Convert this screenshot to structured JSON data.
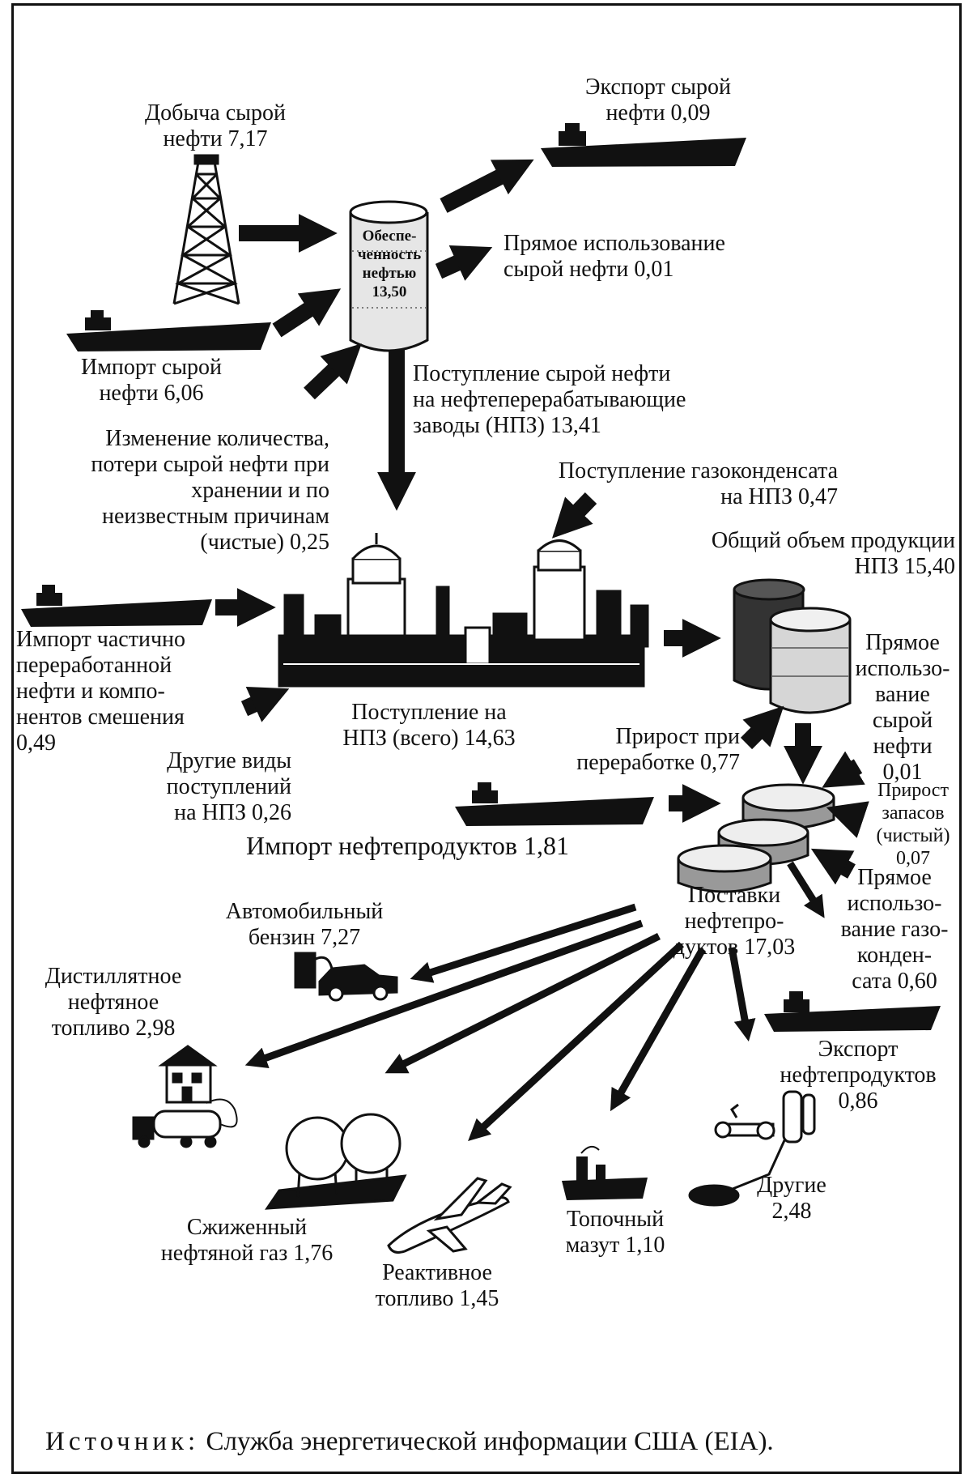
{
  "nodes": {
    "crude_production": "Добыча сырой\nнефти 7,17",
    "crude_export": "Экспорт сырой\nнефти 0,09",
    "crude_supply": "Обеспе-\nченность\nнефтью\n13,50",
    "crude_direct_use": "Прямое использование\nсырой нефти 0,01",
    "crude_import": "Импорт сырой\nнефти 6,06",
    "refinery_input_crude": "Поступление сырой нефти\nна нефтеперерабатывающие\nзаводы (НПЗ) 13,41",
    "stock_change": "Изменение количества,\nпотери сырой нефти при\nхранении и по\nнеизвестным причинам\n(чистые) 0,25",
    "ngl_input": "Поступление газоконденсата\nна НПЗ 0,47",
    "refinery_output": "Общий объем продукции\nНПЗ 15,40",
    "unfinished_import": "Импорт частично\nпереработанной\nнефти и компо-\nнентов смешения\n0,49",
    "refinery_input_total": "Поступление на\nНПЗ (всего) 14,63",
    "crude_direct_use_2": "Прямое\nиспользо-\nвание\nсырой\nнефти\n0,01",
    "processing_gain": "Прирост при\nпереработке 0,77",
    "other_inputs": "Другие виды\nпоступлений\nна НПЗ 0,26",
    "stock_increase": "Прирост\nзапасов\n(чистый)\n0,07",
    "product_import": "Импорт нефтепродуктов 1,81",
    "ngl_direct_use": "Прямое\nиспользо-\nвание газо-\nконден-\nсата 0,60",
    "product_supply": "Поставки\nнефтепро-\nдуктов 17,03"
  },
  "products": {
    "gasoline": "Автомобильный\nбензин 7,27",
    "distillate": "Дистиллятное\nнефтяное\nтопливо 2,98",
    "product_export": "Экспорт\nнефтепродуктов\n0,86",
    "lpg": "Сжиженный\nнефтяной газ 1,76",
    "jet_fuel": "Реактивное\nтопливо 1,45",
    "residual": "Топочный\nмазут 1,10",
    "other": "Другие\n2,48"
  },
  "source": {
    "prefix": "Источник:",
    "text": " Служба энергетической информации США (EIA)."
  },
  "colors": {
    "ink": "#111111",
    "paper": "#ffffff",
    "drum_fill": "#e6e6e6"
  }
}
